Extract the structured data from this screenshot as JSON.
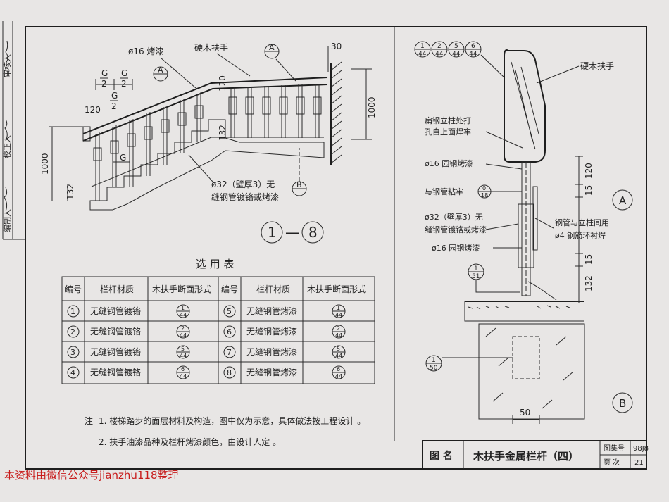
{
  "side_strip": [
    "编制人",
    "校正人",
    "审核人"
  ],
  "left_detail": {
    "d16": "ø16 烤漆",
    "handrail": "硬木扶手",
    "section_A": "A",
    "section_B": "B",
    "g_half": "G",
    "two": "2",
    "g": "G",
    "pipe_note_1": "ø32（壁厚3）无",
    "pipe_note_2": "缝钢管镀铬或烤漆",
    "dims": {
      "top30": "30",
      "d120a": "120",
      "d132a": "132",
      "d1000a": "1000",
      "d120b": "120",
      "d1000b": "1000",
      "d132b": "132"
    },
    "range_from": "1",
    "range_to": "8",
    "dash": "—"
  },
  "right_detail": {
    "refs": [
      "1",
      "2",
      "5",
      "6"
    ],
    "ref_sheet": "44",
    "handrail": "硬木扶手",
    "note_flat_1": "扁钢立柱处打",
    "note_flat_2": "孔自上面焊牢",
    "d16a": "ø16 园钢烤漆",
    "glue": "与钢管粘牢",
    "glue_ref_top": "0",
    "glue_ref_bot": "18",
    "pipe_1": "ø32（壁厚3）无",
    "pipe_2": "缝钢管镀铬或烤漆",
    "d16b": "ø16 园钢烤漆",
    "weld_1": "钢管与立柱间用",
    "weld_2": "ø4 钢筋环衬焊",
    "ref51_top": "1",
    "ref51_bot": "51",
    "ref50_top": "1",
    "ref50_bot": "50",
    "mark_A": "A",
    "mark_B": "B",
    "dims": {
      "d120": "120",
      "d15a": "15",
      "d15b": "15",
      "d132": "132",
      "d50": "50"
    }
  },
  "table": {
    "title": "选  用  表",
    "headers": [
      "编号",
      "栏杆材质",
      "木扶手断面形式",
      "编号",
      "栏杆材质",
      "木扶手断面形式"
    ],
    "rows": [
      {
        "n1": "1",
        "m1": "无缝钢管镀铬",
        "s1": "1",
        "n2": "5",
        "m2": "无缝钢管烤漆",
        "s2": "1"
      },
      {
        "n1": "2",
        "m1": "无缝钢管镀铬",
        "s1": "2",
        "n2": "6",
        "m2": "无缝钢管烤漆",
        "s2": "2"
      },
      {
        "n1": "3",
        "m1": "无缝钢管镀铬",
        "s1": "5",
        "n2": "7",
        "m2": "无缝钢管烤漆",
        "s2": "5"
      },
      {
        "n1": "4",
        "m1": "无缝钢管镀铬",
        "s1": "6",
        "n2": "8",
        "m2": "无缝钢管烤漆",
        "s2": "6"
      }
    ],
    "sheet_no": "44"
  },
  "notes": {
    "prefix": "注",
    "line1": "1. 楼梯踏步的面层材料及构造，图中仅为示意，具体做法按工程设计 。",
    "line2": "2. 扶手油漆品种及栏杆烤漆颜色，由设计人定 。"
  },
  "title_block": {
    "label": "图  名",
    "name": "木扶手金属栏杆（四）",
    "atlas_label": "图集号",
    "atlas_value": "98J8",
    "page_label": "页  次",
    "page_value": "21"
  },
  "watermark": "本资料由微信公众号jianzhu118整理"
}
